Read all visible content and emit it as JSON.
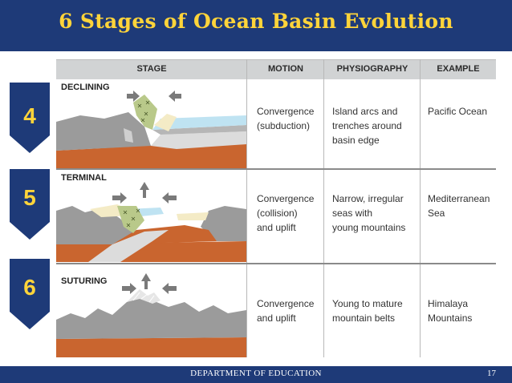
{
  "slide": {
    "title": "6 Stages of Ocean Basin Evolution",
    "footer": "DEPARTMENT OF EDUCATION",
    "page_number": "17"
  },
  "badges": [
    "4",
    "5",
    "6"
  ],
  "table": {
    "headers": [
      "STAGE",
      "MOTION",
      "PHYSIOGRAPHY",
      "EXAMPLE"
    ],
    "rows": [
      {
        "stage": "DECLINING",
        "motion": "Convergence\n(subduction)",
        "physiography": "Island arcs and\ntrenches around\nbasin edge",
        "example": "Pacific Ocean"
      },
      {
        "stage": "TERMINAL",
        "motion": "Convergence\n(collision)\nand uplift",
        "physiography": "Narrow, irregular\nseas with\nyoung mountains",
        "example": "Mediterranean\nSea"
      },
      {
        "stage": "SUTURING",
        "motion": "Convergence\nand uplift",
        "physiography": "Young to mature\nmountain belts",
        "example": "Himalaya\nMountains"
      }
    ]
  },
  "colors": {
    "banner": "#1e3a78",
    "title_text": "#ffd43a",
    "badge": "#1e3a78",
    "crust_gray": "#9b9b9b",
    "mantle_orange": "#c9652f",
    "ocean_blue": "#bfe3f2",
    "sediment": "#f4ebc6",
    "plate_light": "#dcdcdc",
    "accretion_green": "#b9c98a",
    "arrow": "#7a7a7a"
  }
}
